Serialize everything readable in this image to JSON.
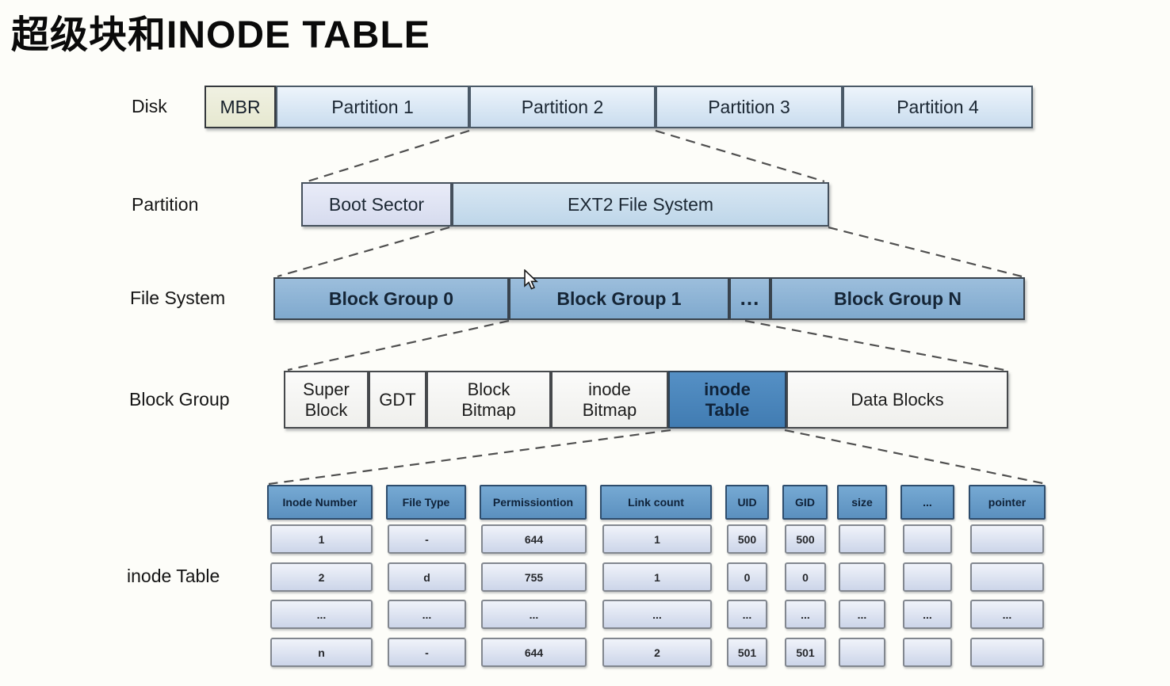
{
  "title": "超级块和INODE TABLE",
  "colors": {
    "background": "#fdfdf9",
    "mbr_beige": "#e6e8d0",
    "partition_light_blue": "#d9e7f4",
    "boot_lavender": "#d6dbee",
    "block_group_blue": "#8cb3d6",
    "inode_table_highlight_blue": "#4a86be",
    "table_header_blue": "#69a0cb",
    "table_cell_periwinkle": "#dbe2f1",
    "connector_gray": "#4f4f4f"
  },
  "levels": {
    "disk": {
      "label": "Disk",
      "segments": {
        "mbr": "MBR",
        "p1": "Partition 1",
        "p2": "Partition 2",
        "p3": "Partition 3",
        "p4": "Partition 4"
      }
    },
    "partition": {
      "label": "Partition",
      "segments": {
        "boot": "Boot Sector",
        "ext2": "EXT2 File System"
      }
    },
    "filesystem": {
      "label": "File System",
      "segments": {
        "bg0": "Block Group 0",
        "bg1": "Block Group 1",
        "dots": "...",
        "bgn": "Block Group N"
      }
    },
    "blockgroup": {
      "label": "Block Group",
      "segments": {
        "superblock": "Super Block",
        "gdt": "GDT",
        "block_bitmap": "Block Bitmap",
        "inode_bitmap": "inode Bitmap",
        "inode_table": "inode Table",
        "data_blocks": "Data Blocks"
      }
    }
  },
  "inode_table": {
    "label": "inode Table",
    "headers": [
      "Inode Number",
      "File Type",
      "Permissiontion",
      "Link count",
      "UID",
      "GID",
      "size",
      "...",
      "pointer"
    ],
    "rows": [
      [
        "1",
        "-",
        "644",
        "1",
        "500",
        "500",
        "",
        "",
        ""
      ],
      [
        "2",
        "d",
        "755",
        "1",
        "0",
        "0",
        "",
        "",
        ""
      ],
      [
        "...",
        "...",
        "...",
        "...",
        "...",
        "...",
        "...",
        "...",
        "..."
      ],
      [
        "n",
        "-",
        "644",
        "2",
        "501",
        "501",
        "",
        "",
        ""
      ]
    ]
  }
}
